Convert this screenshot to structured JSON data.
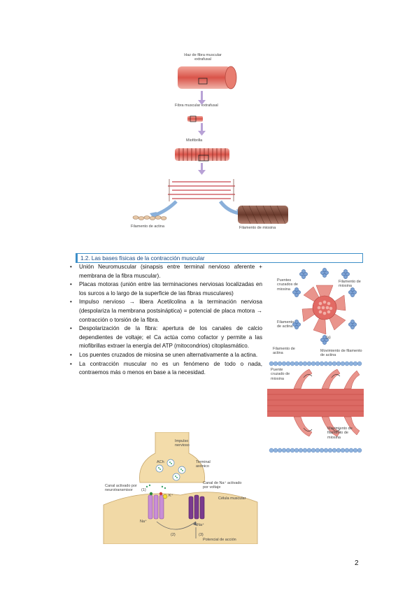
{
  "figure_muscle": {
    "label_haz": "Haz de fibra muscular extrafusal",
    "label_fibra": "Fibra muscular extrafusal",
    "label_miofibrilla": "Miofibrilla",
    "label_actina": "Filamento de actina",
    "label_miosina": "Filamento de miosina"
  },
  "section": {
    "heading": "1.2. Las bases físicas de la contracción muscular",
    "bullets": [
      "Unión Neuromuscular (sinapsis entre terminal nervioso aferente + membrana de la fibra muscular).",
      "Placas motoras (unión entre las terminaciones nerviosas localizadas en los surcos a lo largo de la superficie de las fibras musculares)",
      "Impulso nervioso → libera Acetilcolina a la terminación nerviosa (despolariza la membrana postsináptica) = potencial de placa motora → contracción o torsión de la fibra.",
      "Despolarización de la fibra: apertura de los canales de calcio dependientes de voltaje; el Ca actúa como cofactor y permite a las miofibrillas extraer la energía del ATP (mitocondrios) citoplasmático.",
      "Los puentes cruzados de miosina se unen alternativamente a la actina.",
      "La contracción muscular no es un fenómeno de todo o nada, contraemos más o menos en base a la necesidad."
    ]
  },
  "figure_crossbridge": {
    "label_puentes": "Puentes cruzados de miosina",
    "label_miosina": "Filamento de miosina",
    "label_actina": "Filamento de actina",
    "label_a": "(a)",
    "label_actina2": "Filamento de actina",
    "label_mov1": "Movimiento de filamento de actina",
    "label_puente": "Puente cruzado de miosina",
    "label_mov2": "Movimiento de filamento de miosina"
  },
  "figure_synapse": {
    "label_impulso": "Impulso nervioso",
    "label_terminal": "Terminal axónico",
    "label_ach": "ACh",
    "label_canal1": "Canal activado por neurotransmisor",
    "label_canal2": "Canal de Na⁺ activado por voltaje",
    "label_celula": "Célula muscular",
    "label_k": "K⁺",
    "label_na1": "Na⁺",
    "label_na2": "Na⁺",
    "label_1": "(1)",
    "label_2": "(2)",
    "label_3": "(3)",
    "label_potencial": "Potencial de acción"
  },
  "page_number": "2"
}
